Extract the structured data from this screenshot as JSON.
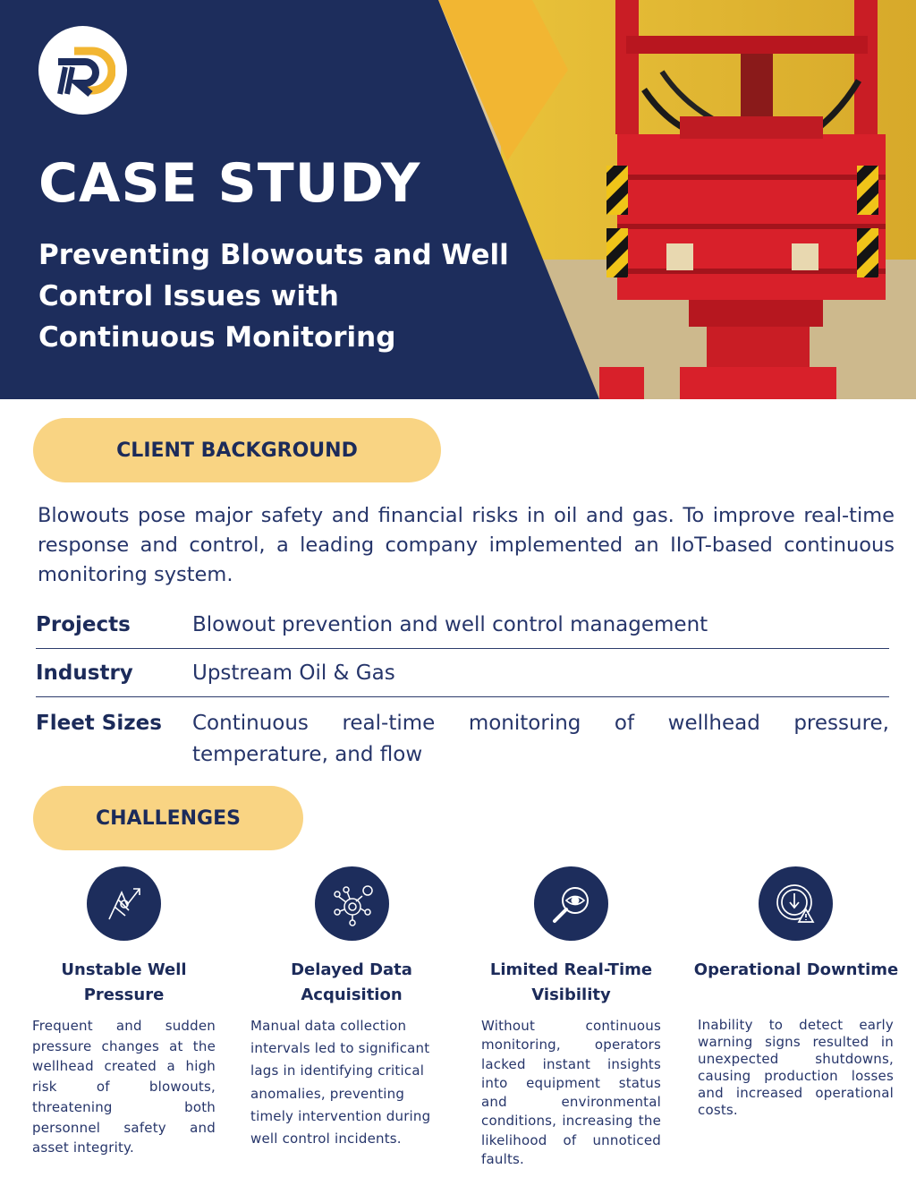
{
  "hero": {
    "title": "CASE STUDY",
    "subtitle": "Preventing Blowouts and Well Control Issues with Continuous Monitoring"
  },
  "client_background": {
    "heading": "CLIENT BACKGROUND",
    "intro": "Blowouts pose major safety and financial risks in oil and gas. To improve real-time response and control, a leading company implemented an IIoT-based continuous monitoring system."
  },
  "details": [
    {
      "label": "Projects",
      "value": "Blowout prevention and well control management"
    },
    {
      "label": "Industry",
      "value": "Upstream Oil & Gas"
    },
    {
      "label": "Fleet Sizes",
      "value": "Continuous real-time monitoring of wellhead pressure, temperature, and flow"
    }
  ],
  "challenges": {
    "heading": "CHALLENGES",
    "items": [
      {
        "icon": "pressure-lightning-icon",
        "title": "Unstable Well Pressure",
        "text": "Frequent and sudden pressure changes at the wellhead created a high risk of blowouts, threatening both personnel safety and asset integrity."
      },
      {
        "icon": "data-network-icon",
        "title": "Delayed Data Acquisition",
        "text": "Manual data collection intervals led to significant lags in identifying critical anomalies, preventing timely intervention during well control incidents."
      },
      {
        "icon": "magnifier-eye-icon",
        "title": "Limited Real-Time Visibility",
        "text": "Without continuous monitoring, operators lacked instant insights into equipment status and environmental conditions, increasing the likelihood of unnoticed faults."
      },
      {
        "icon": "gauge-warning-icon",
        "title": "Operational Downtime",
        "text": "Inability to detect early warning signs resulted in unexpected shutdowns, causing production losses and increased operational costs."
      }
    ]
  },
  "colors": {
    "navy": "#1d2d5c",
    "accent_yellow": "#f2b632",
    "pill_yellow": "#f9d483",
    "equipment_red": "#d8202a"
  }
}
